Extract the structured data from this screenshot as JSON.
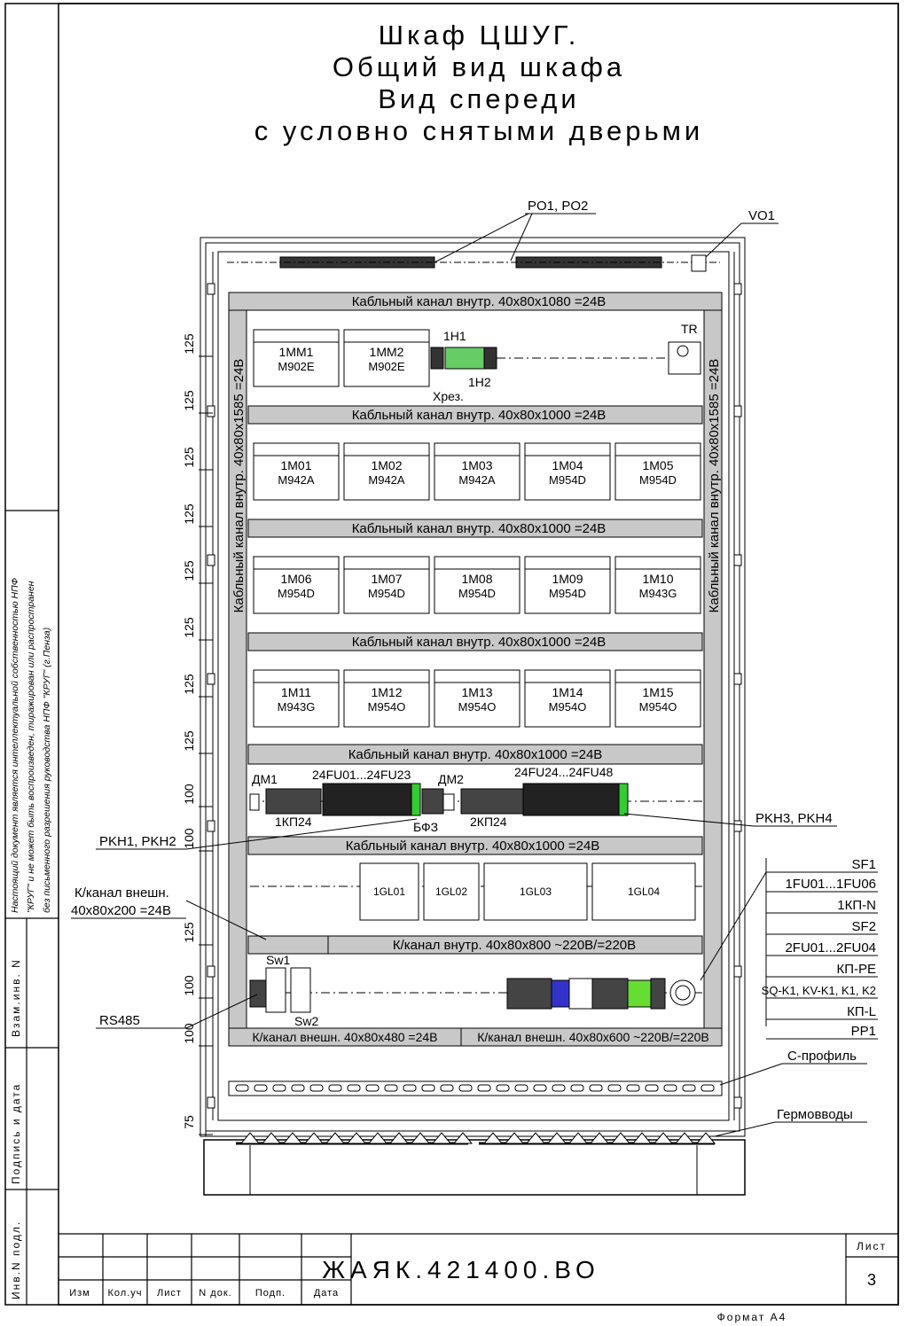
{
  "title": {
    "line1": "Шкаф ЦШУГ.",
    "line2": "Общий вид шкафа",
    "line3": "Вид  спереди",
    "line4": "с условно снятыми дверьми"
  },
  "callouts": {
    "po": "PO1, PO2",
    "vo": "VO1",
    "pkh12": "PKH1, PKH2",
    "pkh34": "PKH3, PKH4",
    "kanal_ext1": "К/канал внешн.",
    "kanal_ext2": "40x80x200 =24B",
    "rs485": "RS485",
    "c_profile": "С-профиль",
    "germo": "Гермовводы"
  },
  "legend": [
    "SF1",
    "1FU01...1FU06",
    "1КП-N",
    "SF2",
    "2FU01...2FU04",
    "КП-PE",
    "SQ-K1, KV-K1, K1, K2",
    "КП-L",
    "PP1"
  ],
  "channels": {
    "top": "Кабльный канал внутр. 40x80x1080 =24B",
    "mid": "Кабльный канал внутр. 40x80x1000 =24B",
    "ac": "К/канал внутр. 40x80x800 ~220В/=220В",
    "vertical": "Кабльный канал внутр. 40x80x1585 =24B",
    "bottom_left": "К/канал внешн. 40x80x480 =24B",
    "bottom_right": "К/канал внешн. 40x80x600 ~220В/=220В"
  },
  "row1": {
    "mm1_name": "1MM1",
    "mm1_type": "M902E",
    "mm2_name": "1MM2",
    "mm2_type": "M902E",
    "h1": "1H1",
    "h2": "1H2",
    "xrez": "Хрез.",
    "tr": "TR"
  },
  "modules": [
    [
      {
        "name": "1M01",
        "type": "M942A"
      },
      {
        "name": "1M02",
        "type": "M942A"
      },
      {
        "name": "1M03",
        "type": "M942A"
      },
      {
        "name": "1M04",
        "type": "M954D"
      },
      {
        "name": "1M05",
        "type": "M954D"
      }
    ],
    [
      {
        "name": "1M06",
        "type": "M954D"
      },
      {
        "name": "1M07",
        "type": "M954D"
      },
      {
        "name": "1M08",
        "type": "M954D"
      },
      {
        "name": "1M09",
        "type": "M954D"
      },
      {
        "name": "1M10",
        "type": "M943G"
      }
    ],
    [
      {
        "name": "1M11",
        "type": "M943G"
      },
      {
        "name": "1M12",
        "type": "M954O"
      },
      {
        "name": "1M13",
        "type": "M954O"
      },
      {
        "name": "1M14",
        "type": "M954O"
      },
      {
        "name": "1M15",
        "type": "M954O"
      }
    ]
  ],
  "fuse_row": {
    "dm1": "ДМ1",
    "fu1": "24FU01...24FU23",
    "kp1": "1КП24",
    "dm2": "ДМ2",
    "fu2": "24FU24...24FU48",
    "kp2": "2КП24",
    "bfz": "БФЗ"
  },
  "psu": [
    "1GL01",
    "1GL02",
    "1GL03",
    "1GL04"
  ],
  "switches": {
    "sw1": "Sw1",
    "sw2": "Sw2"
  },
  "dims": [
    "125",
    "125",
    "125",
    "125",
    "125",
    "125",
    "125",
    "125",
    "100",
    "100",
    "125",
    "100",
    "100",
    "75"
  ],
  "stamp": {
    "notice1": "Настоящий документ является интеллектуальной собственностью НПФ",
    "notice2": "\"КРУГ\" и не может быть воспроизведен, тиражирован или распространен",
    "notice3": "без письменного разрешения руководства НПФ \"КРУГ\" (г.Пенза)",
    "vzam": "Взам.инв. N",
    "podpis": "Подпись и дата",
    "inv": "Инв.N подл.",
    "izm": "Изм",
    "kol": "Кол.уч",
    "list_col": "Лист",
    "ndok": "N док.",
    "podp": "Подп.",
    "data": "Дата",
    "code": "ЖАЯК.421400.ВО",
    "list_label": "Лист",
    "list_num": "3",
    "format": "Формат  А4"
  }
}
